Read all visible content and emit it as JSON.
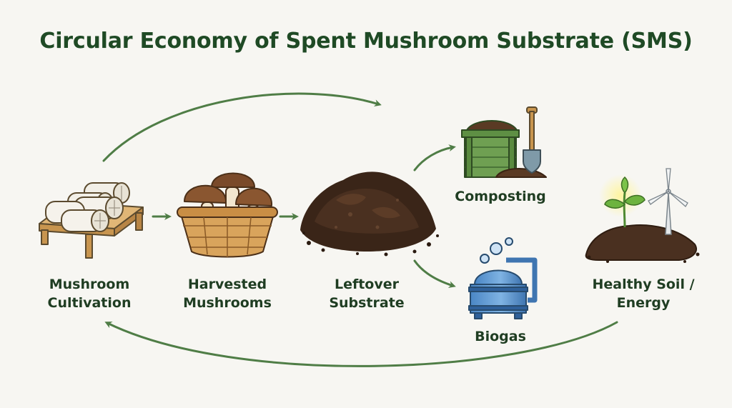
{
  "title": "Circular Economy of Spent Mushroom Substrate (SMS)",
  "stages": {
    "cultivation": {
      "line1": "Mushroom",
      "line2": "Cultivation",
      "icon": "mushroom-bags-on-pallet-icon"
    },
    "harvested": {
      "line1": "Harvested",
      "line2": "Mushrooms",
      "icon": "mushroom-basket-icon"
    },
    "leftover": {
      "line1": "Leftover",
      "line2": "Substrate",
      "icon": "substrate-pile-icon"
    },
    "composting": {
      "label": "Composting",
      "icon": "compost-bin-shovel-icon"
    },
    "biogas": {
      "label": "Biogas",
      "icon": "biogas-tank-icon"
    },
    "soil_energy": {
      "line1": "Healthy Soil /",
      "line2": "Energy",
      "icon": "seedling-wind-turbine-icon"
    }
  },
  "colors": {
    "title": "#1f4a25",
    "arrow": "#4f7d46",
    "label": "#1f3d22",
    "background": "#f7f6f2"
  }
}
